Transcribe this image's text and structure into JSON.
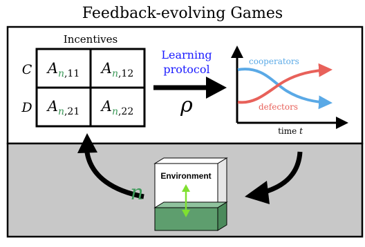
{
  "title": "Feedback-evolving Games",
  "matrix": {
    "heading": "Incentives",
    "row_labels": [
      "C",
      "D"
    ],
    "cells": [
      {
        "base": "A",
        "sub_var": "n",
        "sub_idx": ",11"
      },
      {
        "base": "A",
        "sub_var": "n",
        "sub_idx": ",12"
      },
      {
        "base": "A",
        "sub_var": "n",
        "sub_idx": ",21"
      },
      {
        "base": "A",
        "sub_var": "n",
        "sub_idx": ",22"
      }
    ]
  },
  "learning": {
    "line1": "Learning",
    "line2": "protocol",
    "symbol": "ρ"
  },
  "dynamics": {
    "cooperators_label": "cooperators",
    "defectors_label": "defectors",
    "time_label": "time",
    "time_var": "t"
  },
  "environment": {
    "label": "Environment",
    "state_symbol": "n"
  },
  "colors": {
    "cooperators": "#5aa9e6",
    "defectors": "#e8615a",
    "learning_text": "#1a1aff",
    "subscript_green": "#3d9a5a",
    "env_green": "#5e9e6e",
    "env_green_top": "#8fc29d",
    "arrow_green": "#7fe030",
    "gray_panel": "#c8c8c8"
  }
}
